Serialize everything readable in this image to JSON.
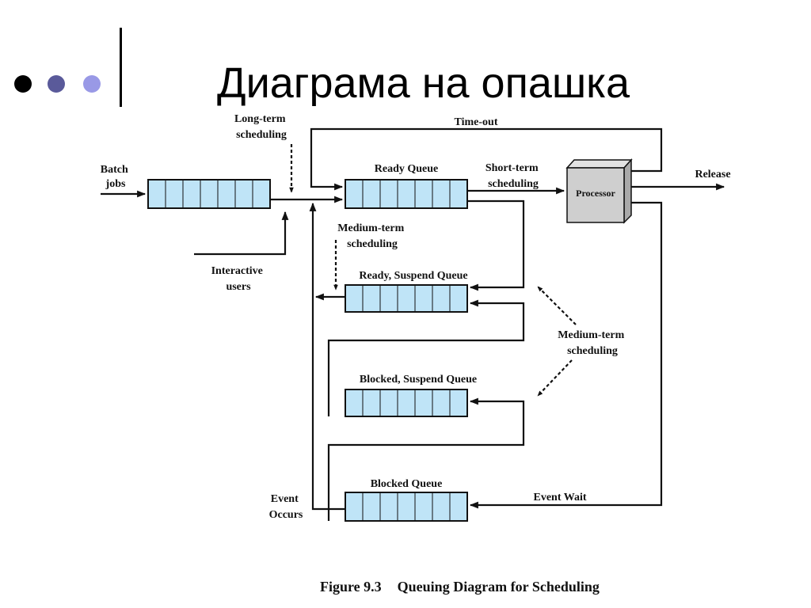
{
  "slide": {
    "title": "Диаграма на опашка",
    "bullet_colors": [
      "#000000",
      "#5a5a9a",
      "#9999e6"
    ]
  },
  "diagram": {
    "queue_fill": "#bfe4f7",
    "processor_fill": "#cfcfcf",
    "labels": {
      "batch_jobs": [
        "Batch",
        "jobs"
      ],
      "long_term": [
        "Long-term",
        "scheduling"
      ],
      "time_out": "Time-out",
      "ready_queue": "Ready Queue",
      "short_term": [
        "Short-term",
        "scheduling"
      ],
      "processor": "Processor",
      "release": "Release",
      "medium_term_left": [
        "Medium-term",
        "scheduling"
      ],
      "interactive_users": [
        "Interactive",
        "users"
      ],
      "ready_suspend_queue": "Ready, Suspend Queue",
      "medium_term_right": [
        "Medium-term",
        "scheduling"
      ],
      "blocked_suspend_queue": "Blocked, Suspend Queue",
      "blocked_queue": "Blocked Queue",
      "event_wait": "Event Wait",
      "event_occurs": [
        "Event",
        "Occurs"
      ]
    }
  },
  "caption": {
    "number": "Figure 9.3",
    "text": "Queuing Diagram for Scheduling"
  }
}
